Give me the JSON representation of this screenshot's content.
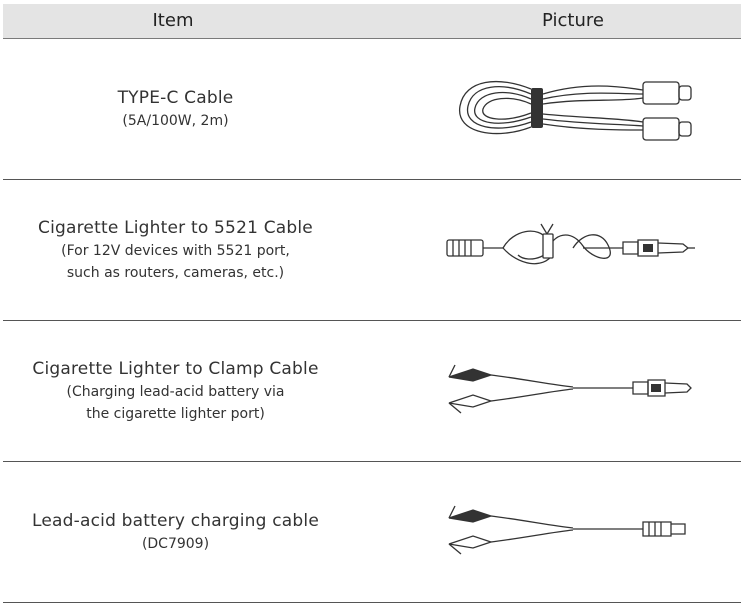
{
  "header": {
    "item_label": "Item",
    "picture_label": "Picture"
  },
  "rows": [
    {
      "title": "TYPE-C Cable",
      "sub": [
        "(5A/100W, 2m)"
      ],
      "picture": "usb-c-cable-illustration"
    },
    {
      "title": "Cigarette Lighter to 5521 Cable",
      "sub": [
        "(For 12V devices with 5521 port,",
        "such as routers, cameras, etc.)"
      ],
      "picture": "cigarette-5521-cable-illustration"
    },
    {
      "title": "Cigarette Lighter to Clamp Cable",
      "sub": [
        "(Charging lead-acid battery via",
        "the cigarette lighter port)"
      ],
      "picture": "cigarette-clamp-cable-illustration"
    },
    {
      "title": "Lead-acid battery charging cable",
      "sub": [
        "(DC7909)"
      ],
      "picture": "dc7909-clamp-cable-illustration"
    }
  ]
}
